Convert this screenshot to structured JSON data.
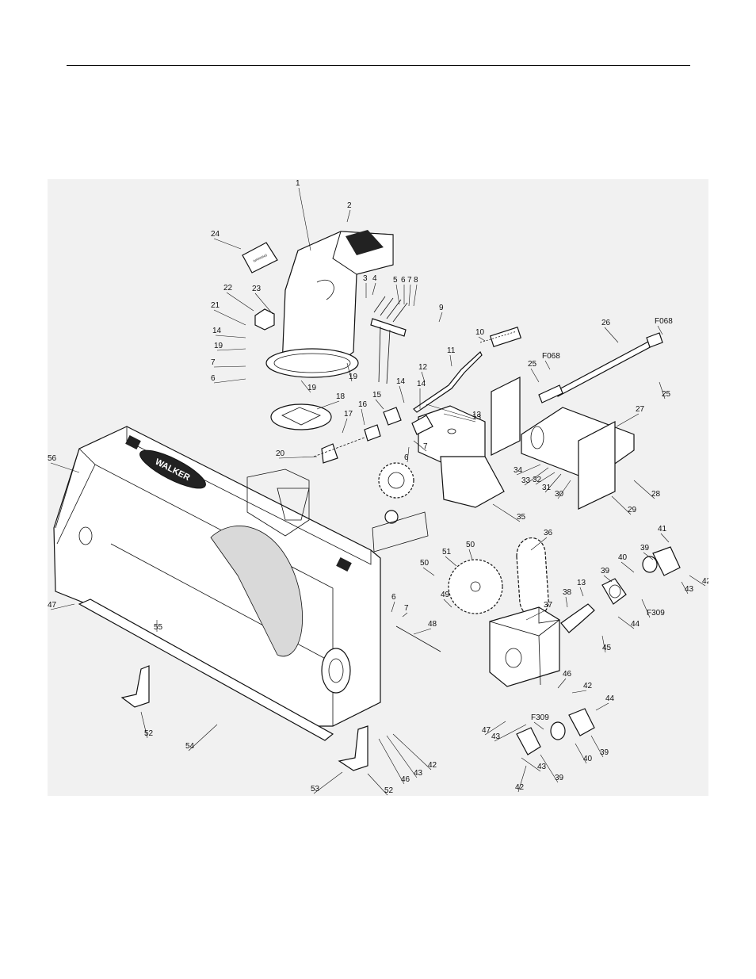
{
  "document": {
    "logo_text": "WALKER",
    "decal_text": "WARNING"
  },
  "callouts": [
    {
      "id": "c1",
      "label": "1"
    },
    {
      "id": "c2",
      "label": "2"
    },
    {
      "id": "c3",
      "label": "3"
    },
    {
      "id": "c4",
      "label": "4"
    },
    {
      "id": "c5",
      "label": "5"
    },
    {
      "id": "c6a",
      "label": "6"
    },
    {
      "id": "c7a",
      "label": "7"
    },
    {
      "id": "c8",
      "label": "8"
    },
    {
      "id": "c9",
      "label": "9"
    },
    {
      "id": "c10",
      "label": "10"
    },
    {
      "id": "c11",
      "label": "11"
    },
    {
      "id": "c12",
      "label": "12"
    },
    {
      "id": "c13a",
      "label": "13"
    },
    {
      "id": "c14a",
      "label": "14"
    },
    {
      "id": "c15",
      "label": "15"
    },
    {
      "id": "c16",
      "label": "16"
    },
    {
      "id": "c17",
      "label": "17"
    },
    {
      "id": "c18",
      "label": "18"
    },
    {
      "id": "c19a",
      "label": "19"
    },
    {
      "id": "c19b",
      "label": "19"
    },
    {
      "id": "c19c",
      "label": "19"
    },
    {
      "id": "c20",
      "label": "20"
    },
    {
      "id": "c21",
      "label": "21"
    },
    {
      "id": "c22",
      "label": "22"
    },
    {
      "id": "c23",
      "label": "23"
    },
    {
      "id": "c24",
      "label": "24"
    },
    {
      "id": "c14b",
      "label": "14"
    },
    {
      "id": "c7b",
      "label": "7"
    },
    {
      "id": "c6b",
      "label": "6"
    },
    {
      "id": "c25a",
      "label": "25"
    },
    {
      "id": "cF068a",
      "label": "F068"
    },
    {
      "id": "c26",
      "label": "26"
    },
    {
      "id": "cF068b",
      "label": "F068"
    },
    {
      "id": "c25b",
      "label": "25"
    },
    {
      "id": "c27",
      "label": "27"
    },
    {
      "id": "c14c",
      "label": "14"
    },
    {
      "id": "c13b",
      "label": "13"
    },
    {
      "id": "c7c",
      "label": "7"
    },
    {
      "id": "c6c",
      "label": "6"
    },
    {
      "id": "c34",
      "label": "34"
    },
    {
      "id": "c33",
      "label": "33"
    },
    {
      "id": "c32",
      "label": "32"
    },
    {
      "id": "c31",
      "label": "31"
    },
    {
      "id": "c30",
      "label": "30"
    },
    {
      "id": "c28",
      "label": "28"
    },
    {
      "id": "c29",
      "label": "29"
    },
    {
      "id": "c35",
      "label": "35"
    },
    {
      "id": "c56",
      "label": "56"
    },
    {
      "id": "c36",
      "label": "36"
    },
    {
      "id": "c50a",
      "label": "50"
    },
    {
      "id": "c51",
      "label": "51"
    },
    {
      "id": "c50b",
      "label": "50"
    },
    {
      "id": "c49",
      "label": "49"
    },
    {
      "id": "c41",
      "label": "41"
    },
    {
      "id": "c40a",
      "label": "40"
    },
    {
      "id": "c39a",
      "label": "39"
    },
    {
      "id": "c39b",
      "label": "39"
    },
    {
      "id": "c42a",
      "label": "42"
    },
    {
      "id": "c43a",
      "label": "43"
    },
    {
      "id": "cF309a",
      "label": "F309"
    },
    {
      "id": "c13c",
      "label": "13"
    },
    {
      "id": "c38",
      "label": "38"
    },
    {
      "id": "c44a",
      "label": "44"
    },
    {
      "id": "c45",
      "label": "45"
    },
    {
      "id": "c47a",
      "label": "47"
    },
    {
      "id": "c55",
      "label": "55"
    },
    {
      "id": "c6d",
      "label": "6"
    },
    {
      "id": "c7d",
      "label": "7"
    },
    {
      "id": "c48",
      "label": "48"
    },
    {
      "id": "c37",
      "label": "37"
    },
    {
      "id": "c46a",
      "label": "46"
    },
    {
      "id": "c42b",
      "label": "42"
    },
    {
      "id": "c44b",
      "label": "44"
    },
    {
      "id": "c47b",
      "label": "47"
    },
    {
      "id": "c43b",
      "label": "43"
    },
    {
      "id": "cF309b",
      "label": "F309"
    },
    {
      "id": "c40b",
      "label": "40"
    },
    {
      "id": "c39c",
      "label": "39"
    },
    {
      "id": "c52a",
      "label": "52"
    },
    {
      "id": "c54",
      "label": "54"
    },
    {
      "id": "c53",
      "label": "53"
    },
    {
      "id": "c52b",
      "label": "52"
    },
    {
      "id": "c46b",
      "label": "46"
    },
    {
      "id": "c43c",
      "label": "43"
    },
    {
      "id": "c42c",
      "label": "42"
    },
    {
      "id": "c43d",
      "label": "43"
    },
    {
      "id": "c42d",
      "label": "42"
    },
    {
      "id": "c39d",
      "label": "39"
    }
  ]
}
